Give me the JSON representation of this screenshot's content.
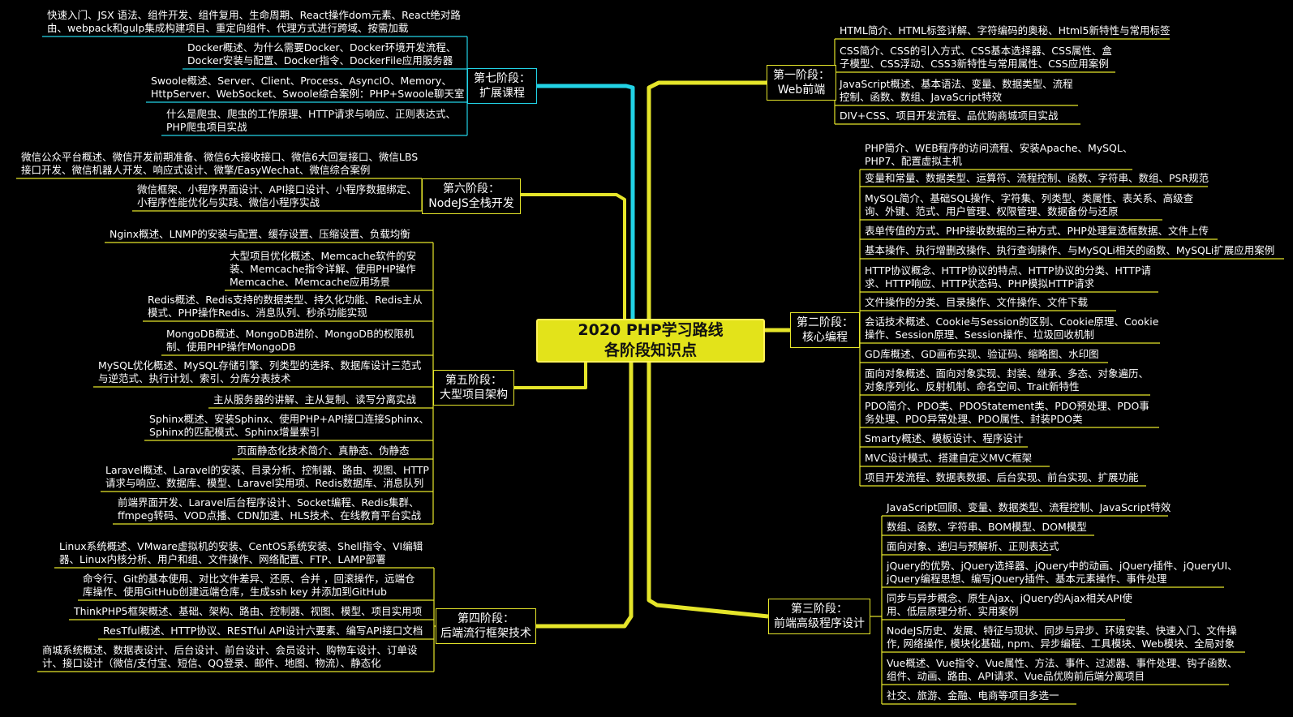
{
  "center": {
    "line1": "2020 PHP学习路线",
    "line2": "各阶段知识点"
  },
  "colors": {
    "yellow": "#e5e52a",
    "cyan": "#22d3e6",
    "center_fill": "#e3e31a"
  },
  "stages": {
    "s1": {
      "line1": "第一阶段：",
      "line2": "Web前端"
    },
    "s2": {
      "line1": "第二阶段：",
      "line2": "核心编程"
    },
    "s3": {
      "line1": "第三阶段：",
      "line2": "前端高级程序设计"
    },
    "s4": {
      "line1": "第四阶段：",
      "line2": "后端流行框架技术"
    },
    "s5": {
      "line1": "第五阶段：",
      "line2": "大型项目架构"
    },
    "s6": {
      "line1": "第六阶段：",
      "line2": "NodeJS全栈开发"
    },
    "s7": {
      "line1": "第七阶段：",
      "line2": "扩展课程"
    }
  },
  "leaves": {
    "s1": [
      [
        "HTML简介、HTML标签详解、字符编码的奥秘、Html5新特性与常用标签"
      ],
      [
        "CSS简介、CSS的引入方式、CSS基本选择器、CSS属性、盒",
        "子模型、CSS浮动、CSS3新特性与常用属性、CSS应用案例"
      ],
      [
        "JavaScript概述、基本语法、变量、数据类型、流程",
        "控制、函数、数组、JavaScript特效"
      ],
      [
        "DIV+CSS、项目开发流程、品优购商城项目实战"
      ]
    ],
    "s2": [
      [
        "PHP简介、WEB程序的访问流程、安装Apache、MySQL、",
        "PHP7、配置虚拟主机"
      ],
      [
        "变量和常量、数据类型、运算符、流程控制、函数、字符串、数组、PSR规范"
      ],
      [
        "MySQL简介、基础SQL操作、字符集、列类型、类属性、表关系、高级查",
        "询、外键、范式、用户管理、权限管理、数据备份与还原"
      ],
      [
        "表单传值的方式、PHP接收数据的三种方式、PHP处理复选框数据、文件上传"
      ],
      [
        "基本操作、执行增删改操作、执行查询操作、与MySQLi相关的函数、MySQLi扩展应用案例"
      ],
      [
        "HTTP协议概念、HTTP协议的特点、HTTP协议的分类、HTTP请",
        "求、HTTP响应、HTTP状态码、PHP模拟HTTP请求"
      ],
      [
        "文件操作的分类、目录操作、文件操作、文件下载"
      ],
      [
        "会话技术概述、Cookie与Session的区别、Cookie原理、Cookie",
        "操作、Session原理、Session操作、垃圾回收机制"
      ],
      [
        "GD库概述、GD画布实现、验证码、缩略图、水印图"
      ],
      [
        "面向对象概述、面向对象实现、封装、继承、多态、对象遍历、",
        "对象序列化、反射机制、命名空间、Trait新特性"
      ],
      [
        "PDO简介、PDO类、PDOStatement类、PDO预处理、PDO事",
        "务处理、PDO异常处理、PDO属性、封装PDO类"
      ],
      [
        "Smarty概述、模板设计、程序设计"
      ],
      [
        "MVC设计模式、搭建自定义MVC框架"
      ],
      [
        "项目开发流程、数据表数据、后台实现、前台实现、扩展功能"
      ]
    ],
    "s3": [
      [
        "JavaScript回顾、变量、数据类型、流程控制、JavaScript特效"
      ],
      [
        "数组、函数、字符串、BOM模型、DOM模型"
      ],
      [
        "面向对象、递归与预解析、正则表达式"
      ],
      [
        "jQuery的优势、jQuery选择器、jQuery中的动画、jQuery插件、jQueryUI、",
        "jQuery编程思想、编写jQuery插件、基本元素操作、事件处理"
      ],
      [
        "同步与异步概念、原生Ajax、jQuery的Ajax相关API使",
        "用、低层原理分析、实用案例"
      ],
      [
        "NodeJS历史、发展、特征与现状、同步与异步、环境安装、快速入门、文件操",
        "作, 网络操作, 模块化基础, npm、异步编程、工具模块、Web模块、全局对象"
      ],
      [
        "Vue概述、Vue指令、Vue属性、方法、事件、过滤器、事件处理、钩子函数、",
        "组件、动画、路由、API请求、Vue品优购前后端分离项目"
      ],
      [
        "社交、旅游、金融、电商等项目多选一"
      ]
    ],
    "s4": [
      [
        "Linux系统概述、VMware虚拟机的安装、CentOS系统安装、Shell指令、VI编辑",
        "器、Linux内核分析、用户和组、文件操作、网络配置、FTP、LAMP部署"
      ],
      [
        "命令行、Git的基本使用、对比文件差异、还原、合并 ，回滚操作，远端仓",
        "库操作、使用GitHub创建远端仓库，生成ssh key 并添加到GitHub"
      ],
      [
        "ThinkPHP5框架概述、基础、架构、路由、控制器、视图、模型、项目实用项"
      ],
      [
        "ResTful概述、HTTP协议、RESTful API设计六要素、编写API接口文档"
      ],
      [
        "商城系统概述、数据表设计、后台设计、前台设计、会员设计、购物车设计、订单设",
        "计、接口设计（微信/支付宝、短信、QQ登录、邮件、地图、物流）、静态化"
      ]
    ],
    "s5": [
      [
        "Nginx概述、LNMP的安装与配置、缓存设置、压缩设置、负载均衡"
      ],
      [
        "大型项目优化概述、Memcache软件的安",
        "装、Memcache指令详解、使用PHP操作",
        "Memcache、Memcache应用场景"
      ],
      [
        "Redis概述、Redis支持的数据类型、持久化功能、Redis主从",
        "模式、PHP操作Redis、消息队列、秒杀功能实现"
      ],
      [
        "MongoDB概述、MongoDB进阶、MongoDB的权限机",
        "制、使用PHP操作MongoDB"
      ],
      [
        "MySQL优化概述、MySQL存储引擎、列类型的选择、数据库设计三范式",
        "与逆范式、执行计划、索引、分库分表技术"
      ],
      [
        "主从服务器的讲解、主从复制、读写分离实战"
      ],
      [
        "Sphinx概述、安装Sphinx、使用PHP+API接口连接Sphinx、",
        "Sphinx的匹配模式、Sphinx增量索引"
      ],
      [
        "页面静态化技术简介、真静态、伪静态"
      ],
      [
        "Laravel概述、Laravel的安装、目录分析、控制器、路由、视图、HTTP",
        "请求与响应、数据库、模型、Laravel实用项、Redis数据库、消息队列"
      ],
      [
        "前端界面开发、Laravel后台程序设计、Socket编程、Redis集群、",
        "ffmpeg转码、VOD点播、CDN加速、HLS技术、在线教育平台实战"
      ]
    ],
    "s6": [
      [
        "微信公众平台概述、微信开发前期准备、微信6大接收接口、微信6大回复接口、微信LBS",
        "接口开发、微信机器人开发、响应式设计、微擎/EasyWechat、微信综合案例"
      ],
      [
        "微信框架、小程序界面设计、API接口设计、小程序数据绑定、",
        "小程序性能优化与实践、微信小程序实战"
      ]
    ],
    "s7": [
      [
        "快速入门、JSX 语法、组件开发、组件复用、生命周期、React操作dom元素、React绝对路",
        "由、webpack和gulp集成构建项目、重定向组件、代理方式进行跨域、按需加载"
      ],
      [
        "Docker概述、为什么需要Docker、Docker环境开发流程、",
        "Docker安装与配置、Docker指令、DockerFile应用服务器"
      ],
      [
        "Swoole概述、Server、Client、Process、AsyncIO、Memory、",
        "HttpServer、WebSocket、Swoole综合案例：PHP+Swoole聊天室"
      ],
      [
        "什么是爬虫、爬虫的工作原理、HTTP请求与响应、正则表达式、",
        "PHP爬虫项目实战"
      ]
    ]
  }
}
